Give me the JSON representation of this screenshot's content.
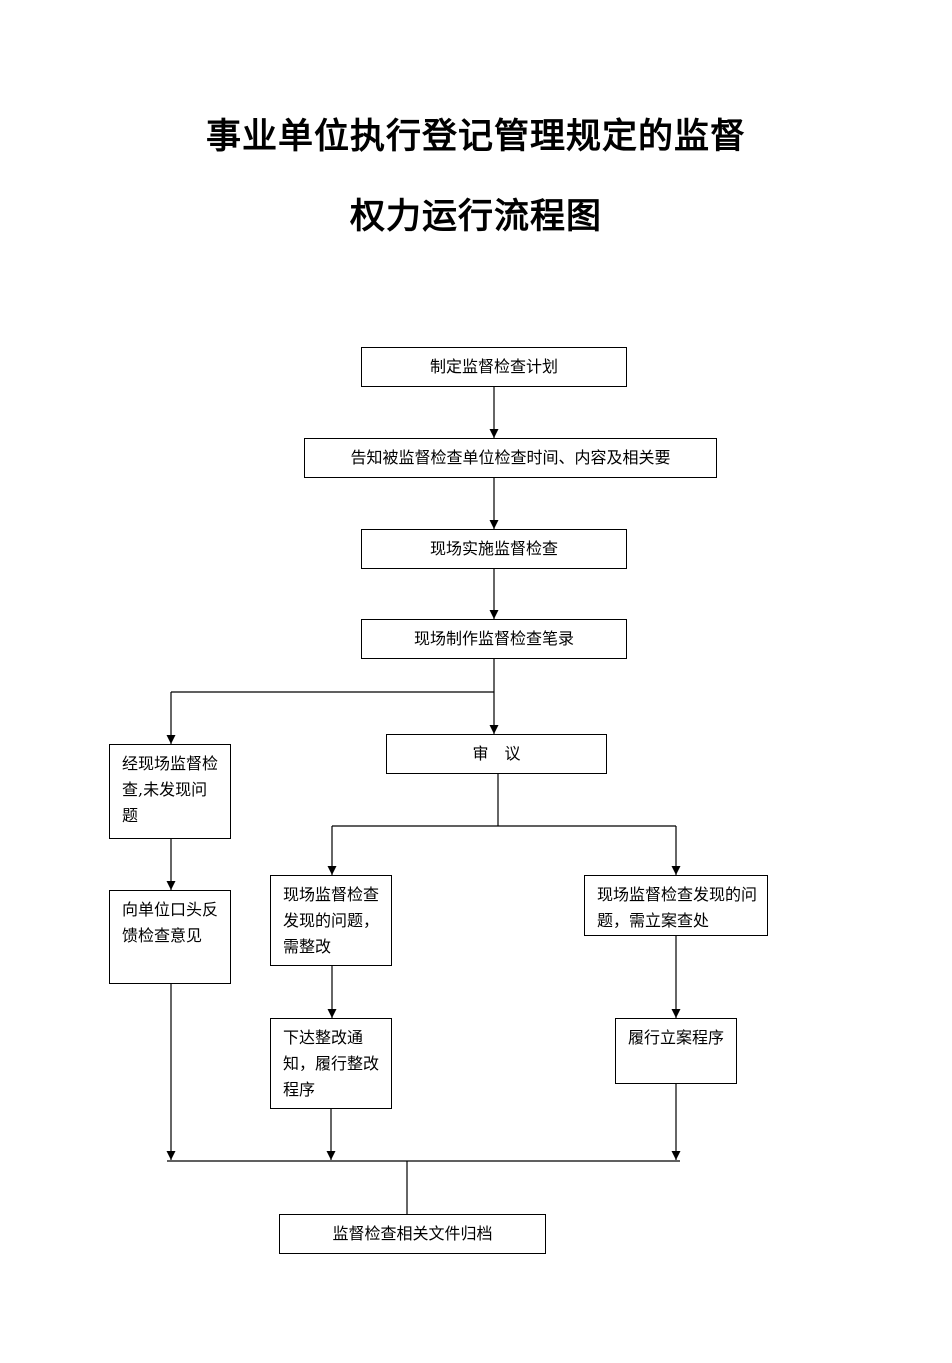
{
  "title": {
    "line1": "事业单位执行登记管理规定的监督",
    "line2": "权力运行流程图"
  },
  "nodes": {
    "plan": "制定监督检查计划",
    "notify": "告知被监督检查单位检查时间、内容及相关要",
    "onsite_inspect": "现场实施监督检查",
    "record": "现场制作监督检查笔录",
    "review": "审　议",
    "no_problem": "经现场监督检查,未发现问题",
    "oral_feedback": "向单位口头反馈检查意见",
    "rectify_found": "现场监督检查发现的问题，需整改",
    "rectify_notice": "下达整改通知，履行整改程序",
    "case_found": "现场监督检查发现的问题，需立案查处",
    "case_procedure": "履行立案程序",
    "archive": "监督检查相关文件归档"
  }
}
